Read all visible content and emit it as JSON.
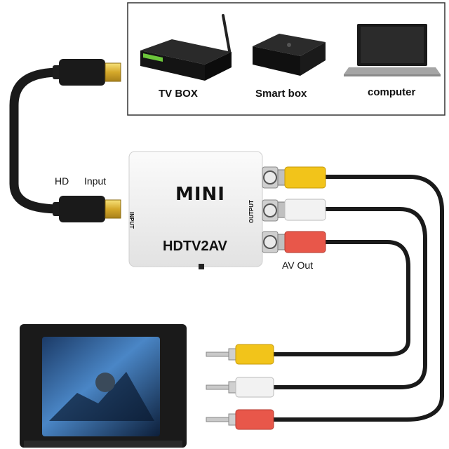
{
  "sources_box": {
    "devices": [
      {
        "label": "TV BOX",
        "icon": "tv-box-icon"
      },
      {
        "label": "Smart box",
        "icon": "smart-box-icon"
      },
      {
        "label": "computer",
        "icon": "laptop-icon"
      }
    ]
  },
  "input_labels": {
    "hd": "HD",
    "input": "Input"
  },
  "converter": {
    "brand": "MINI",
    "model": "HDTV2AV",
    "input_port_label": "INPUT",
    "output_port_label": "OUTPUT"
  },
  "output_label": "AV Out",
  "colors": {
    "yellow_plug": "#f2c41a",
    "white_plug": "#f2f2f2",
    "red_plug": "#e8574a",
    "cable": "#1a1a1a",
    "converter_body": "#f4f4f4"
  }
}
